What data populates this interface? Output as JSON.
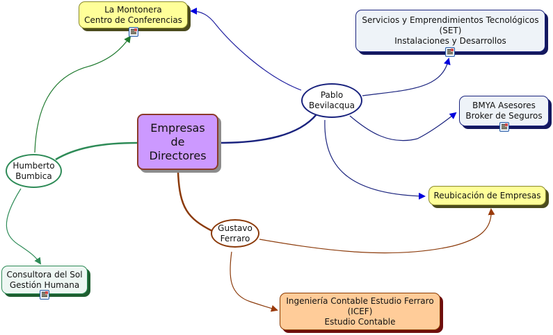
{
  "central": {
    "label": [
      "Empresas",
      "de",
      "Directores"
    ]
  },
  "people": [
    {
      "id": "pablo",
      "label": [
        "Pablo",
        "Bevilacqua"
      ],
      "color": "#1a237e"
    },
    {
      "id": "humberto",
      "label": [
        "Humberto",
        "Bumbica"
      ],
      "color": "#2e8b57"
    },
    {
      "id": "gustavo",
      "label": [
        "Gustavo",
        "Ferraro"
      ],
      "color": "#8b3a0a"
    }
  ],
  "companies": [
    {
      "id": "montonera",
      "label": [
        "La Montonera",
        "Centro de Conferencias"
      ],
      "has_doc_icon": true
    },
    {
      "id": "set",
      "label": [
        "Servicios y Emprendimientos Tecnológicos",
        "(SET)",
        "Instalaciones y Desarrollos"
      ],
      "has_doc_icon": true
    },
    {
      "id": "bmya",
      "label": [
        "BMYA Asesores",
        "Broker de Seguros"
      ],
      "has_doc_icon": true
    },
    {
      "id": "reubicacion",
      "label": [
        "Reubicación de Empresas"
      ],
      "has_doc_icon": false
    },
    {
      "id": "consultora",
      "label": [
        "Consultora del Sol",
        "Gestión Humana"
      ],
      "has_doc_icon": true
    },
    {
      "id": "icef",
      "label": [
        "Ingeniería Contable Estudio Ferraro",
        "(ICEF)",
        "Estudio Contable"
      ],
      "has_doc_icon": false
    }
  ],
  "links": [
    {
      "from": "central",
      "to": "pablo",
      "arrow": false
    },
    {
      "from": "central",
      "to": "humberto",
      "arrow": false
    },
    {
      "from": "central",
      "to": "gustavo",
      "arrow": false
    },
    {
      "from": "pablo",
      "to": "montonera",
      "arrow": true
    },
    {
      "from": "pablo",
      "to": "set",
      "arrow": true
    },
    {
      "from": "pablo",
      "to": "bmya",
      "arrow": true
    },
    {
      "from": "pablo",
      "to": "reubicacion",
      "arrow": true
    },
    {
      "from": "humberto",
      "to": "montonera",
      "arrow": true
    },
    {
      "from": "humberto",
      "to": "consultora",
      "arrow": true
    },
    {
      "from": "gustavo",
      "to": "reubicacion",
      "arrow": true
    },
    {
      "from": "gustavo",
      "to": "icef",
      "arrow": true
    }
  ]
}
